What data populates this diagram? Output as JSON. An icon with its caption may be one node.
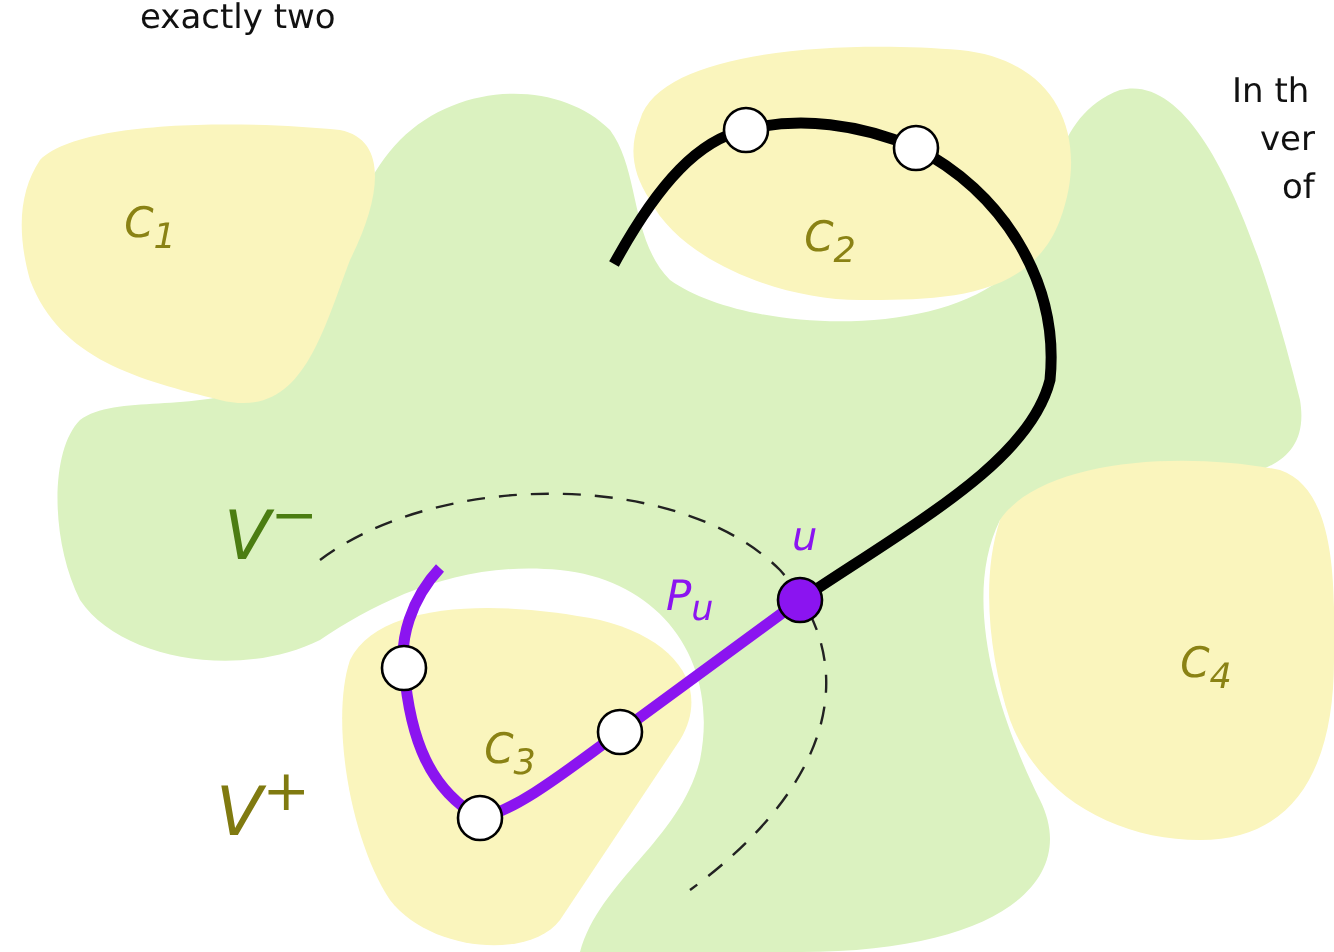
{
  "diagram": {
    "nodes": [
      {
        "text": [
          "C$_{1}$"
        ]
      },
      {
        "text": [
          "C$_{2}$"
        ]
      },
      {
        "text": [
          "C$_{3}$"
        ]
      },
      {
        "text": [
          "C$_{4}$"
        ]
      }
    ],
    "labels": [
      "exactly two",
      "In th",
      "ver",
      "of",
      "V$^{−}$",
      "u",
      "P$_{u}$",
      "V$^{+}$"
    ]
  }
}
